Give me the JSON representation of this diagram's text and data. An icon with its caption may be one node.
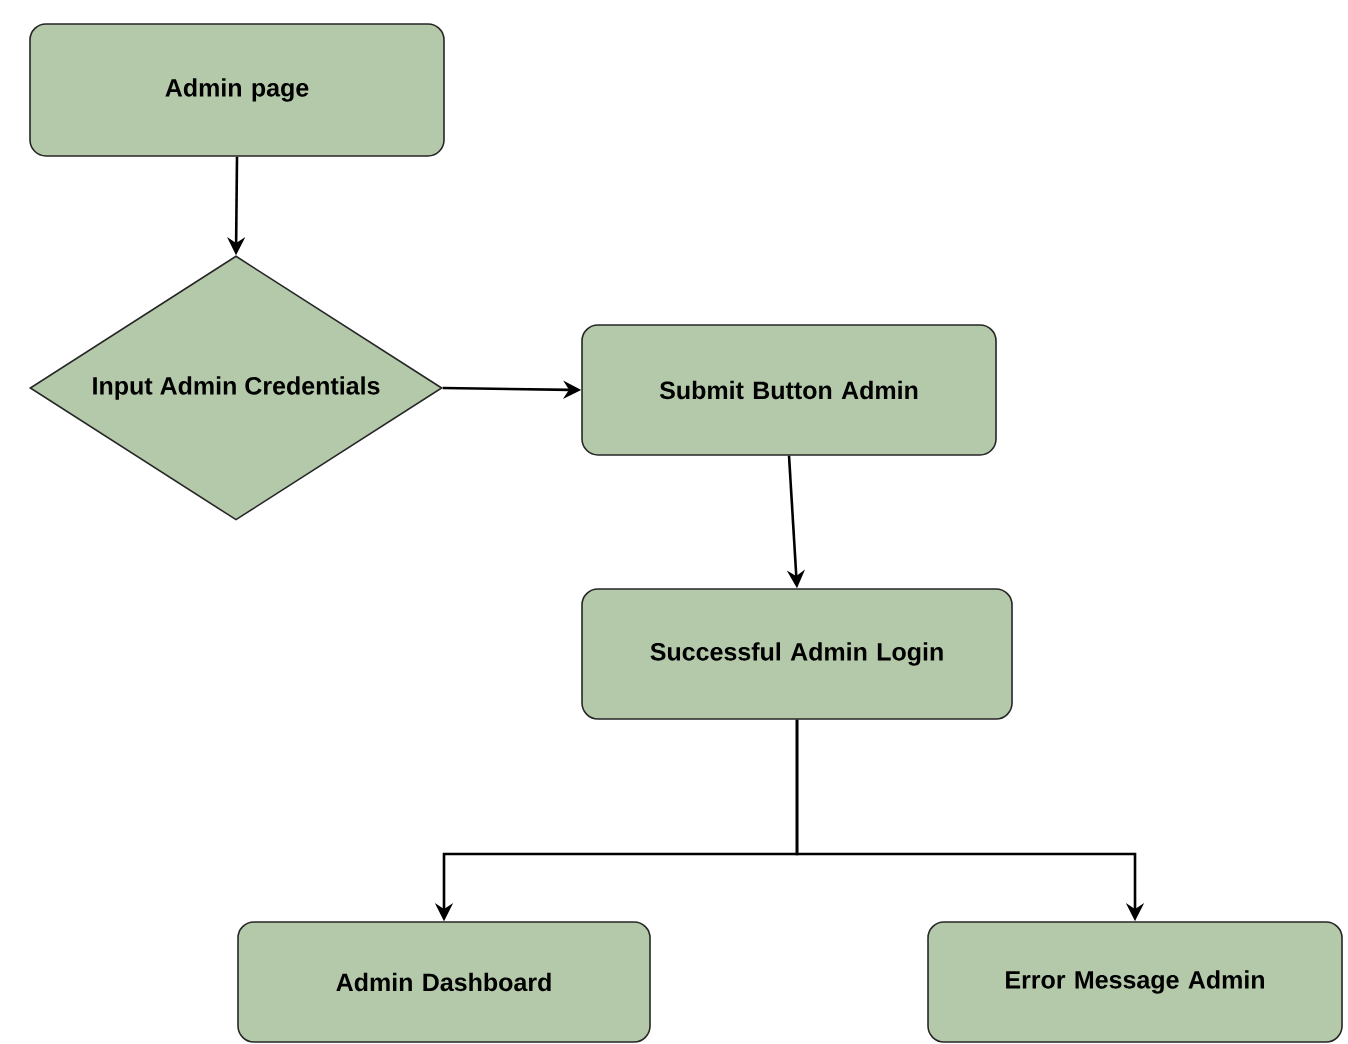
{
  "diagram": {
    "nodes": [
      {
        "text": [
          "Admin page"
        ]
      },
      {
        "text": [
          "Input Admin Credentials"
        ]
      },
      {
        "text": [
          "Submit Button Admin"
        ]
      },
      {
        "text": [
          "Successful Admin Login"
        ]
      },
      {
        "text": [
          "Admin Dashboard"
        ]
      },
      {
        "text": [
          "Error Message Admin"
        ]
      }
    ],
    "edges": [
      {
        "from": 0,
        "to": 1,
        "arrow": "to"
      },
      {
        "from": 1,
        "to": 2,
        "arrow": "to"
      },
      {
        "from": 2,
        "to": 3,
        "arrow": "to"
      },
      {
        "from": 3,
        "to": 4,
        "arrow": "to"
      },
      {
        "from": 3,
        "to": 5,
        "arrow": "to"
      }
    ]
  }
}
